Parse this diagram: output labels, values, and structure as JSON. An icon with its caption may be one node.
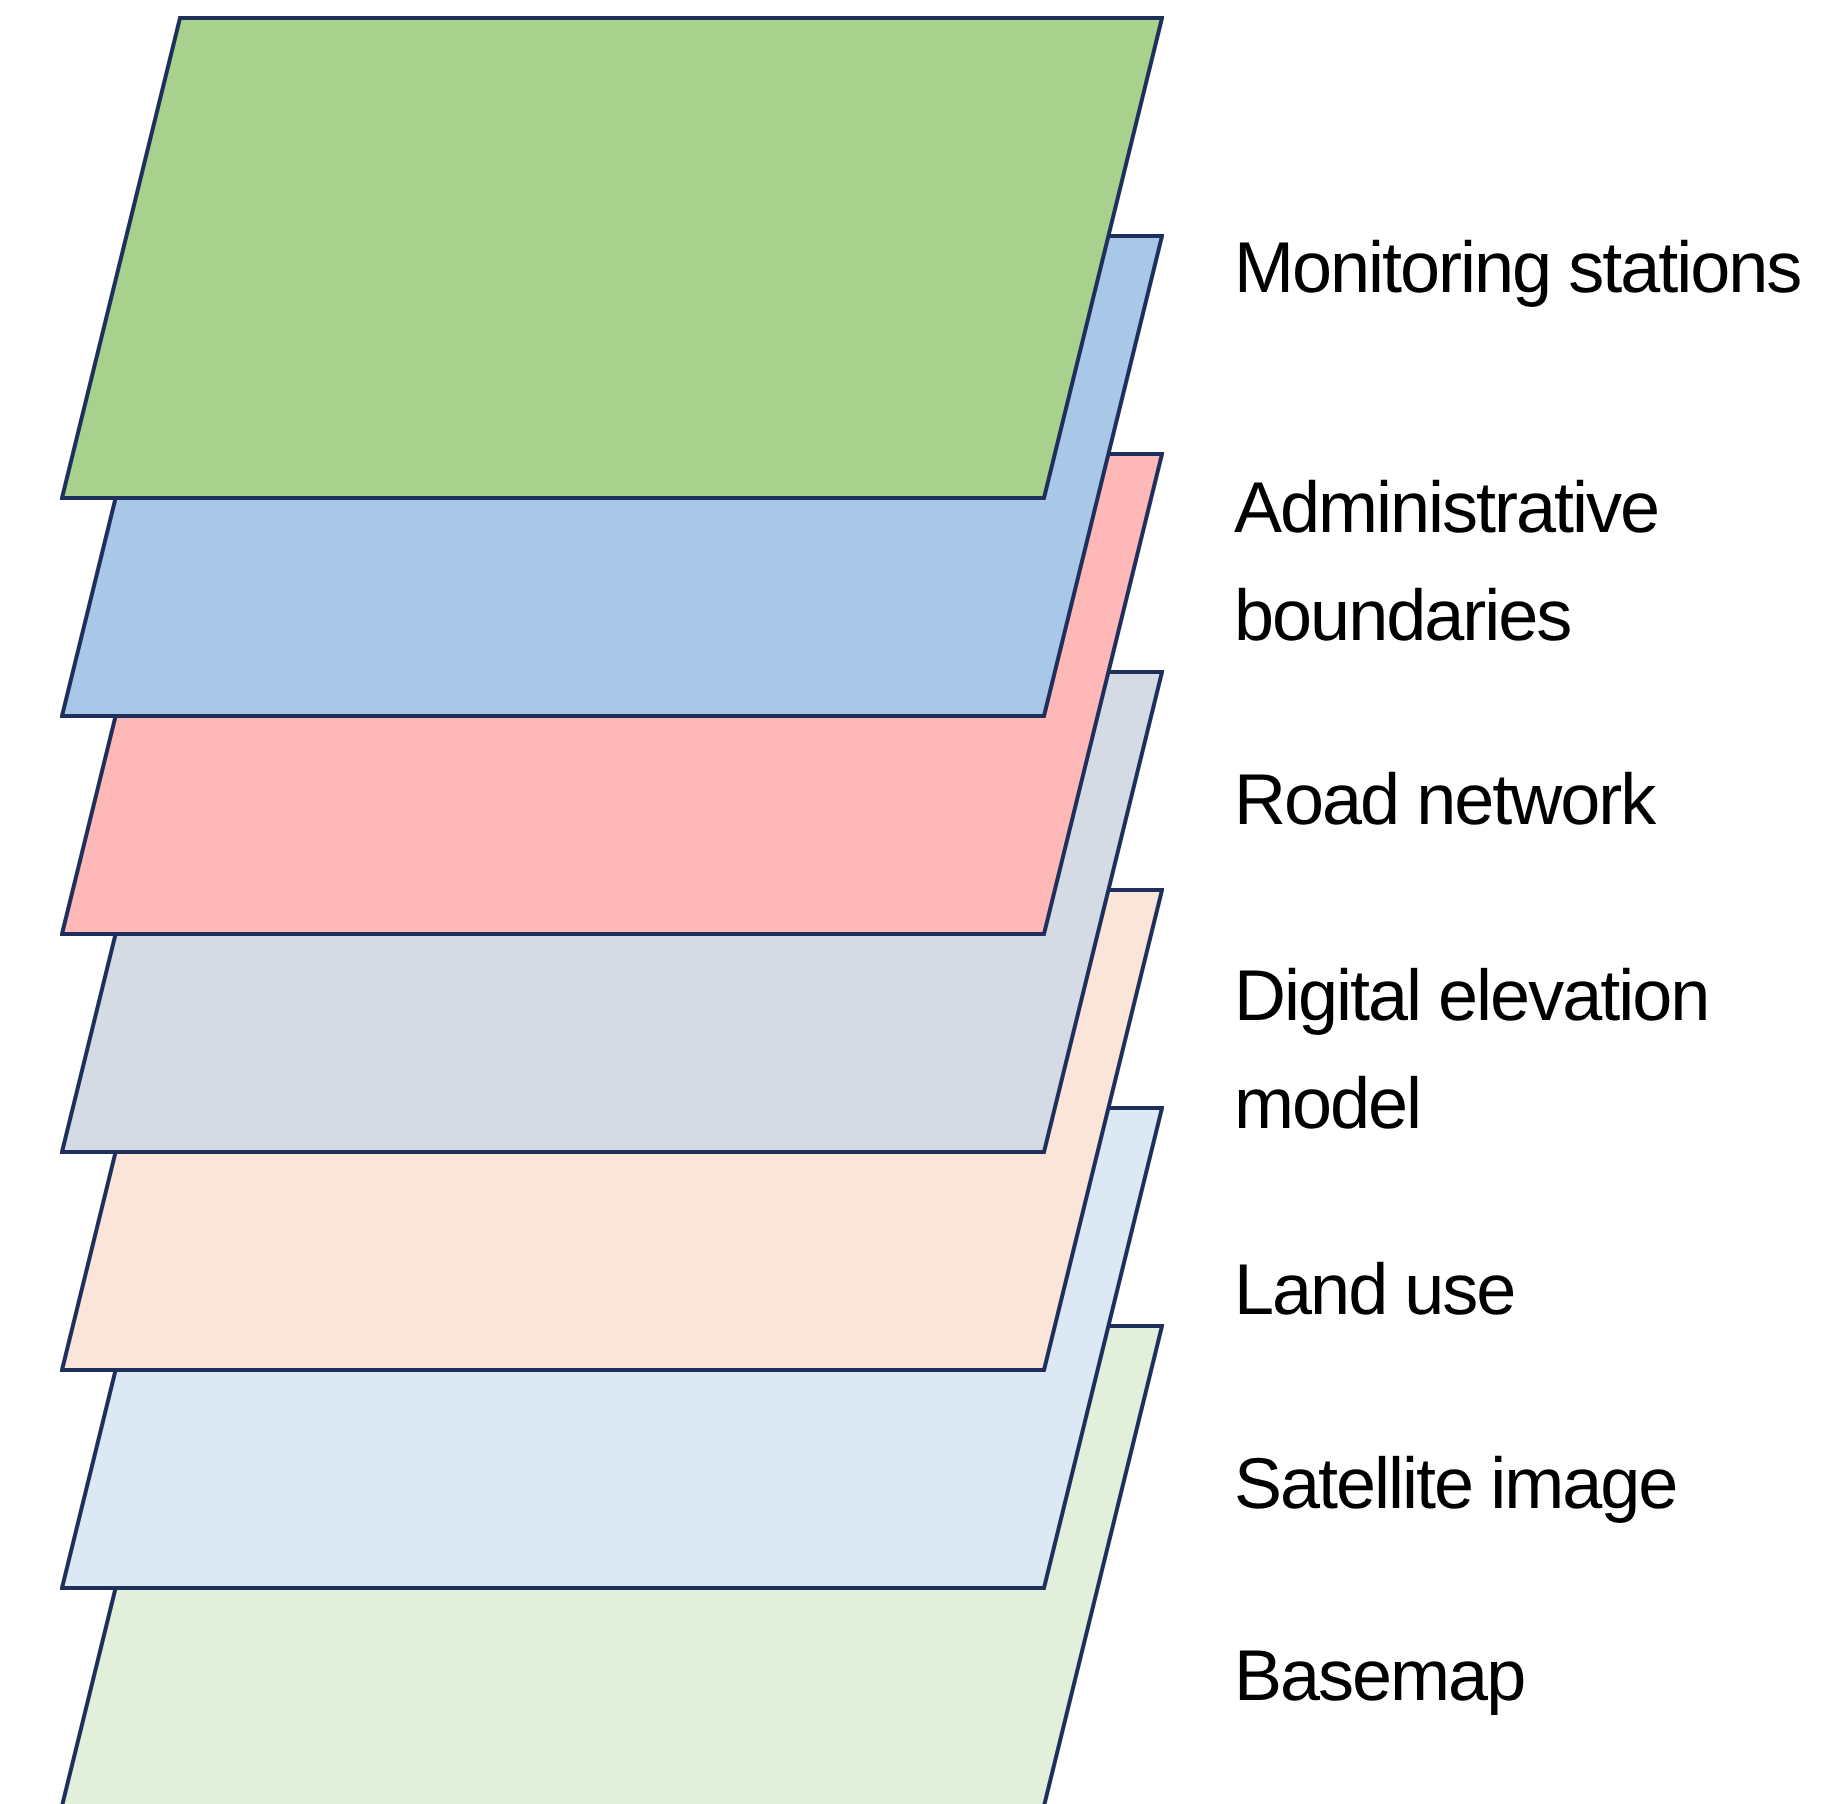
{
  "diagram": {
    "nodes": [
      {
        "text": [],
        "shape": "parallelogram",
        "beside": [
          "Monitoring stations"
        ]
      },
      {
        "text": [],
        "shape": "parallelogram",
        "beside": [
          "Administrative boundaries"
        ]
      },
      {
        "text": [],
        "shape": "parallelogram",
        "beside": [
          "Road network"
        ]
      },
      {
        "text": [],
        "shape": "parallelogram",
        "beside": [
          "Digital elevation model"
        ]
      },
      {
        "text": [],
        "shape": "parallelogram",
        "beside": [
          "Land use"
        ]
      },
      {
        "text": [],
        "shape": "parallelogram",
        "beside": [
          "Satellite image"
        ]
      },
      {
        "text": [],
        "shape": "parallelogram",
        "beside": [
          "Basemap"
        ]
      }
    ]
  }
}
